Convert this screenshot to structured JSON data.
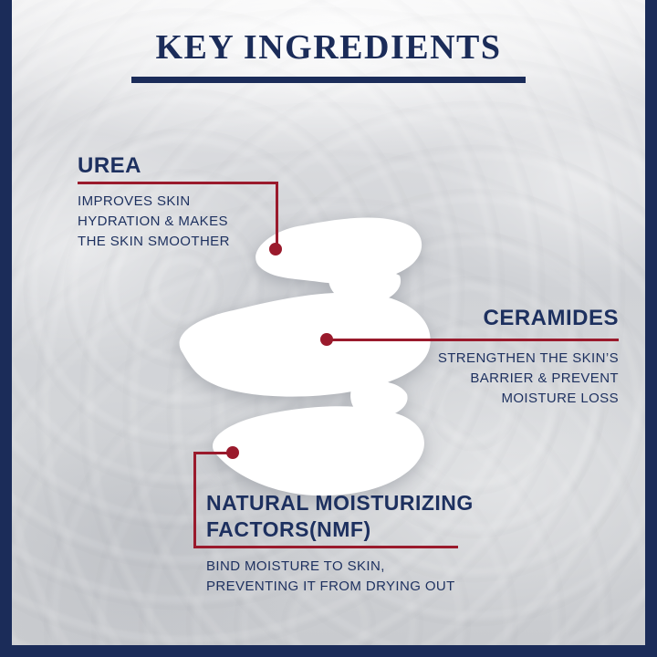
{
  "poster": {
    "title": "KEY INGREDIENTS"
  },
  "colors": {
    "navy": "#1b2c59",
    "accent_red": "#9a1a2c",
    "background_gray": "#d2d4d7",
    "cream_white": "#ffffff"
  },
  "callouts": [
    {
      "id": "urea",
      "heading": "UREA",
      "description_lines": [
        "IMPROVES SKIN",
        "HYDRATION & MAKES",
        "THE SKIN SMOOTHER"
      ]
    },
    {
      "id": "ceramides",
      "heading": "CERAMIDES",
      "description_lines": [
        "STRENGTHEN THE SKIN’S",
        "BARRIER & PREVENT",
        "MOISTURE LOSS"
      ]
    },
    {
      "id": "nmf",
      "heading_lines": [
        "NATURAL MOISTURIZING",
        "FACTORS(NMF)"
      ],
      "description_lines": [
        "BIND MOISTURE TO SKIN,",
        "PREVENTING IT FROM DRYING OUT"
      ]
    }
  ]
}
